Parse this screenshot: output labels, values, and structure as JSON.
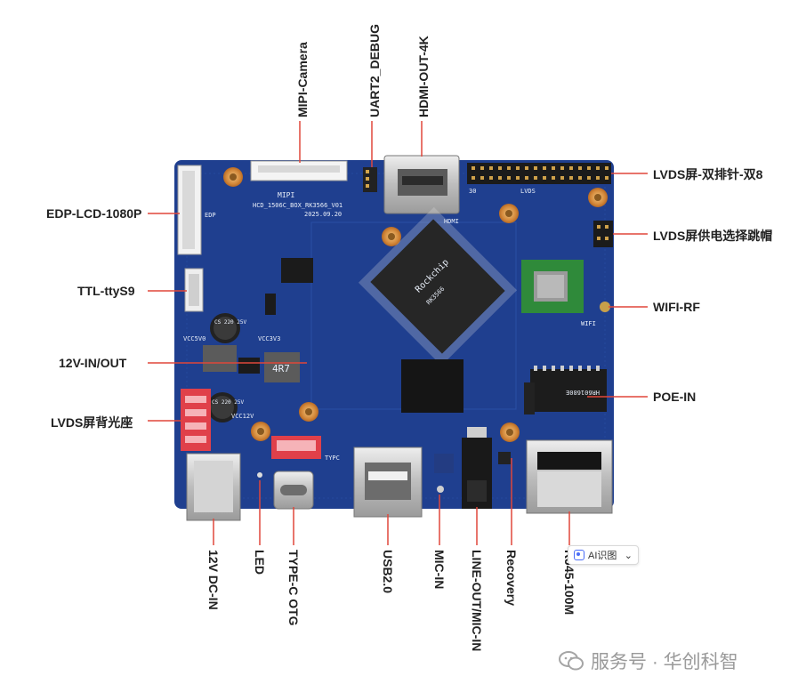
{
  "labels": {
    "mipi_camera": "MIPI-Camera",
    "uart2_debug": "UART2_DEBUG",
    "hdmi_out": "HDMI-OUT-4K",
    "lvds_header": "LVDS屏-双排针-双8",
    "edp_lcd": "EDP-LCD-1080P",
    "lvds_power_jumper": "LVDS屏供电选择跳帽",
    "ttl": "TTL-ttyS9",
    "wifi_rf": "WIFI-RF",
    "power_in_out": "12V-IN/OUT",
    "poe_in": "POE-IN",
    "lvds_backlight": "LVDS屏背光座",
    "dc_in": "12V DC-IN",
    "led": "LED",
    "typec_otg": "TYPE-C OTG",
    "usb2": "USB2.0",
    "mic_in": "MIC-IN",
    "line_out": "LINE-OUT/MIC-IN",
    "recovery": "Recovery",
    "rj45": "RJ45-100M"
  },
  "silkscreen": {
    "mipi": "MIPI",
    "board_name": "HCD_1506C_BOX_RK3566_V01",
    "date": "2025.09.20",
    "hdmi": "HDMI",
    "lvds": "LVDS",
    "pin30": "30",
    "edp": "EDP",
    "wifi": "WIFI",
    "vcc5v0": "VCC5V0",
    "vcc3v3": "VCC3V3",
    "vcc12v": "VCC12V",
    "typc": "TYPC",
    "cap1": "CS 220 25V",
    "cap2": "CS 220 25V",
    "inductor": "4R7",
    "chip_brand": "Rockchip",
    "chip_model": "RK3566",
    "poe_part": "HR601680E"
  },
  "ai_button": {
    "label": "AI识图",
    "chevron": "⌄"
  },
  "watermark": {
    "text": "服务号 · 华创科智"
  },
  "colors": {
    "pcb": "#1f3f8f",
    "pcb_dark": "#183274",
    "gold": "#d48a3c",
    "leader": "#e0473a",
    "connector_red": "#e0404a"
  }
}
